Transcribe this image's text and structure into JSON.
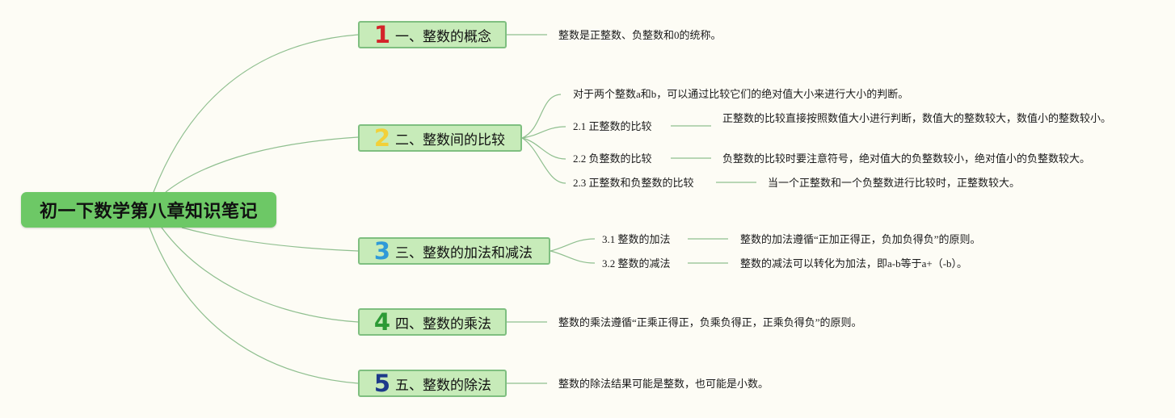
{
  "root": {
    "title": "初一下数学第八章知识笔记"
  },
  "branches": [
    {
      "number": "1",
      "label": "一、整数的概念",
      "items": [
        {
          "text": "整数是正整数、负整数和0的统称。"
        }
      ]
    },
    {
      "number": "2",
      "label": "二、整数间的比较",
      "items": [
        {
          "text": "对于两个整数a和b，可以通过比较它们的绝对值大小来进行大小的判断。"
        },
        {
          "label": "2.1 正整数的比较",
          "detail": "正整数的比较直接按照数值大小进行判断，数值大的整数较大，数值小的整数较小。"
        },
        {
          "label": "2.2 负整数的比较",
          "detail": "负整数的比较时要注意符号，绝对值大的负整数较小，绝对值小的负整数较大。"
        },
        {
          "label": "2.3 正整数和负整数的比较",
          "detail": "当一个正整数和一个负整数进行比较时，正整数较大。"
        }
      ]
    },
    {
      "number": "3",
      "label": "三、整数的加法和减法",
      "items": [
        {
          "label": "3.1 整数的加法",
          "detail": "整数的加法遵循“正加正得正，负加负得负”的原则。"
        },
        {
          "label": "3.2 整数的减法",
          "detail": "整数的减法可以转化为加法，即a-b等于a+（-b）。"
        }
      ]
    },
    {
      "number": "4",
      "label": "四、整数的乘法",
      "items": [
        {
          "text": "整数的乘法遵循“正乘正得正，负乘负得正，正乘负得负”的原则。"
        }
      ]
    },
    {
      "number": "5",
      "label": "五、整数的除法",
      "items": [
        {
          "text": "整数的除法结果可能是整数，也可能是小数。"
        }
      ]
    }
  ],
  "colors": {
    "background": "#fdfcf5",
    "root_fill": "#6dc866",
    "branch_fill": "#c7ebb9",
    "branch_border": "#7fbf80",
    "connector": "#8fbf8f",
    "number_1": "#d4232a",
    "number_2": "#f2d038",
    "number_3": "#2f9ad8",
    "number_4": "#2c9a35",
    "number_5": "#1c3a8a"
  }
}
